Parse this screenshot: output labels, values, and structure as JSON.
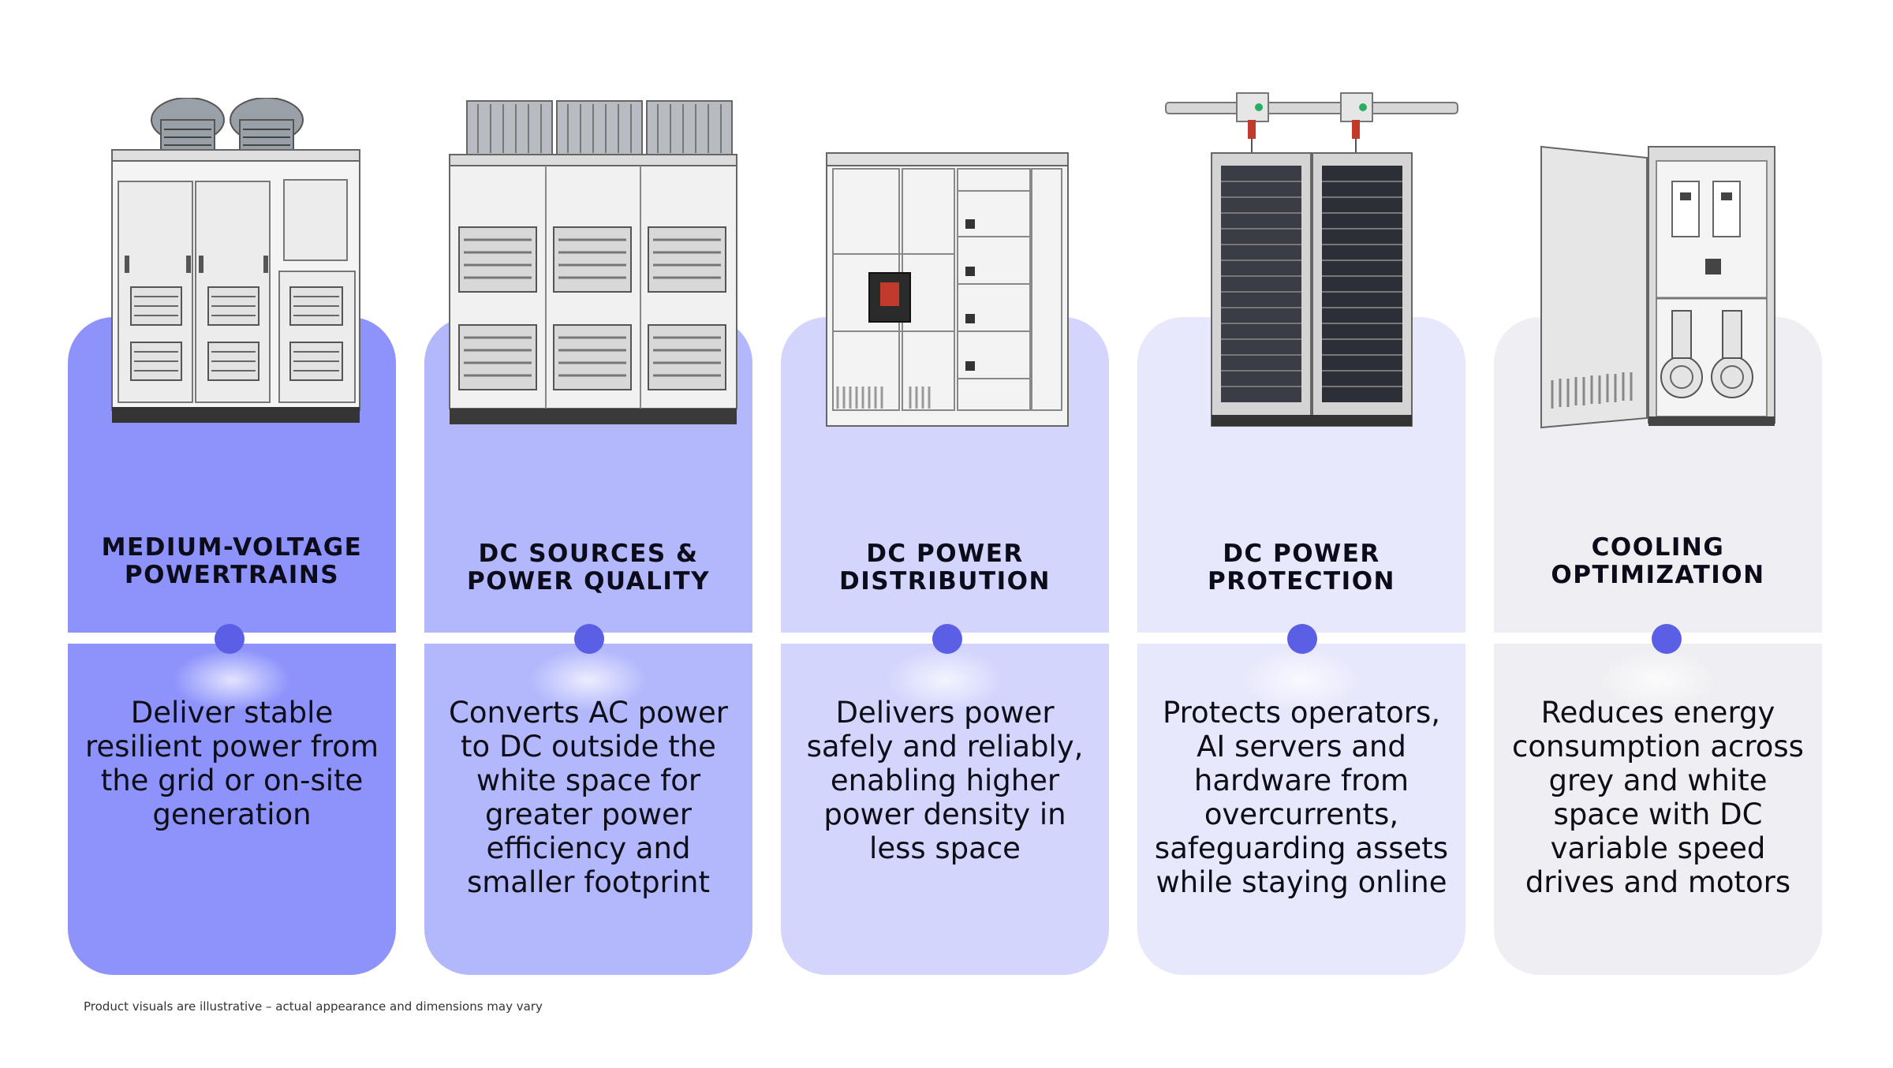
{
  "cards": [
    {
      "title": "MEDIUM-VOLTAGE POWERTRAINS",
      "description": "Deliver stable resilient power from the grid or on-site generation",
      "icon": "medium-voltage-drive-cabinet-icon",
      "color": "#8d93fb"
    },
    {
      "title": "DC SOURCES & POWER QUALITY",
      "description": "Converts AC power to DC outside the white space for greater power efficiency and smaller footprint",
      "icon": "rectifier-cabinet-icon",
      "color": "#b3b8fc"
    },
    {
      "title": "DC POWER DISTRIBUTION",
      "description": "Delivers power safely and reliably, enabling higher power density in less space",
      "icon": "switchgear-cabinet-icon",
      "color": "#d3d5fd"
    },
    {
      "title": "DC POWER PROTECTION",
      "description": "Protects operators, AI servers and hardware from overcurrents, safeguarding assets while staying online",
      "icon": "server-rack-breaker-icon",
      "color": "#e8e8fc"
    },
    {
      "title": "COOLING OPTIMIZATION",
      "description": "Reduces energy consumption across grey and white space with DC variable speed drives and motors",
      "icon": "drive-pump-cabinet-icon",
      "color": "#efeff3"
    }
  ],
  "dot_color": "#5b5fe6",
  "footnote": "Product visuals are illustrative – actual appearance and dimensions may vary"
}
